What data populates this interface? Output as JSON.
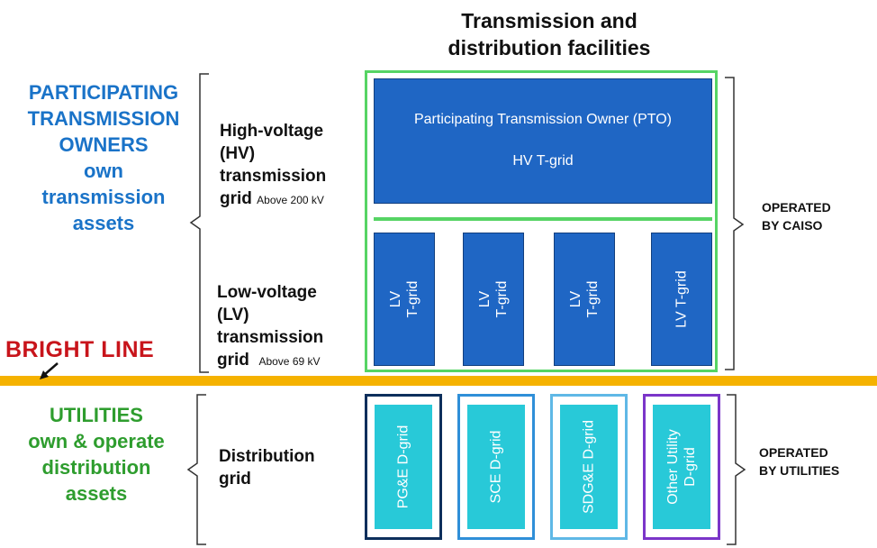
{
  "title": [
    "Transmission and",
    "distribution facilities"
  ],
  "participating_owners": [
    "PARTICIPATING",
    "TRANSMISSION",
    "OWNERS",
    "own",
    "transmission",
    "assets"
  ],
  "utilities_owners": [
    "UTILITIES",
    "own & operate",
    "distribution",
    "assets"
  ],
  "bright_line": "BRIGHT LINE",
  "hv_label": [
    "High-voltage",
    "(HV)",
    "transmission",
    "grid"
  ],
  "hv_threshold": "Above  200 kV",
  "lv_label": [
    "Low-voltage",
    "(LV)",
    "transmission",
    "grid"
  ],
  "lv_threshold": "Above 69 kV",
  "distribution_label": [
    "Distribution",
    "grid"
  ],
  "operated_caiso": [
    "OPERATED",
    "BY CAISO"
  ],
  "operated_utilities": [
    "OPERATED",
    "BY UTILITIES"
  ],
  "pto_box": {
    "line1": "Participating Transmission Owner (PTO)",
    "line2": "HV T-grid"
  },
  "lv_grids": [
    {
      "line1": "LV",
      "line2": "T-grid"
    },
    {
      "line1": "LV",
      "line2": "T-grid"
    },
    {
      "line1": "LV",
      "line2": "T-grid"
    },
    {
      "line1": "LV T-grid",
      "line2": ""
    }
  ],
  "d_grids": [
    {
      "line1": "PG&E D-grid",
      "line2": "",
      "border_color": "#0d2f5c"
    },
    {
      "line1": "SCE D-grid",
      "line2": "",
      "border_color": "#2f8fd8"
    },
    {
      "line1": "SDG&E D-grid",
      "line2": "",
      "border_color": "#5fb8e6"
    },
    {
      "line1": "Other Utility",
      "line2": "D-grid",
      "border_color": "#7b35c9"
    }
  ],
  "colors": {
    "pto_blue": "#1a73c8",
    "utility_green": "#2e9d2e",
    "bright_line_red": "#c8141b",
    "bright_line_bar": "#f5b200",
    "transmission_box": "#1f66c4",
    "frame_green": "#56d464",
    "distribution_cyan": "#28c9d8"
  }
}
